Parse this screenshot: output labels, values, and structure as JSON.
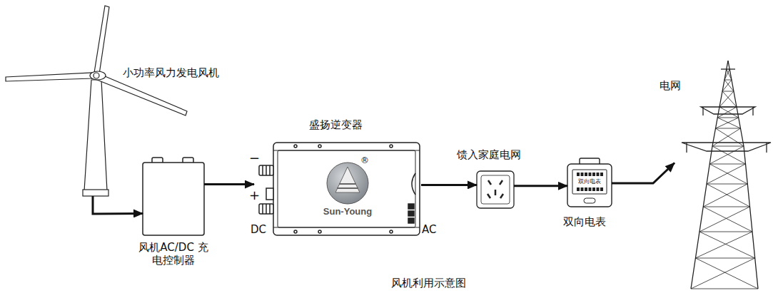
{
  "diagram": {
    "caption": "风机利用示意图",
    "nodes": [
      {
        "text": [
          "小功率风力发电风机"
        ]
      },
      {
        "text": [
          "风机AC/DC 充电控制器"
        ]
      },
      {
        "text": [
          "盛扬逆变器",
          "Sun-Young",
          "®",
          "−",
          "+",
          "DC",
          "AC"
        ]
      },
      {
        "text": [
          "馈入家庭电网"
        ]
      },
      {
        "text": [
          "双向电表",
          "双向电表"
        ]
      },
      {
        "text": [
          "电网"
        ]
      }
    ],
    "edges": [
      {
        "from": 0,
        "to": 1,
        "arrow": "to"
      },
      {
        "from": 1,
        "to": 2,
        "arrow": "to"
      },
      {
        "from": 2,
        "to": 3,
        "arrow": "to"
      },
      {
        "from": 3,
        "to": 4,
        "arrow": "to"
      },
      {
        "from": 4,
        "to": 5,
        "arrow": "to"
      }
    ]
  }
}
